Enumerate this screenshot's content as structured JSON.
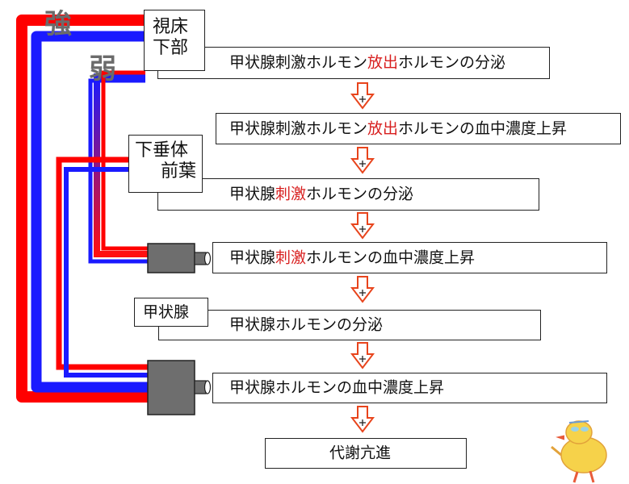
{
  "labels": {
    "strong": "強",
    "weak": "弱"
  },
  "organs": {
    "hypothalamus": [
      "視床",
      "下部"
    ],
    "pituitary": [
      "下垂体",
      "前葉"
    ],
    "thyroid": "甲状腺"
  },
  "steps": [
    {
      "pre": "甲状腺刺激ホルモン",
      "hl": "放出",
      "post": "ホルモンの分泌"
    },
    {
      "pre": "甲状腺刺激ホルモン",
      "hl": "放出",
      "post": "ホルモンの血中濃度上昇"
    },
    {
      "pre": "甲状腺",
      "hl": "刺激",
      "post": "ホルモンの分泌"
    },
    {
      "pre": "甲状腺",
      "hl": "刺激",
      "post": "ホルモンの血中濃度上昇"
    },
    {
      "pre": "甲状腺ホルモンの分泌",
      "hl": "",
      "post": ""
    },
    {
      "pre": "甲状腺ホルモンの血中濃度上昇",
      "hl": "",
      "post": ""
    }
  ],
  "result": "代謝亢進",
  "colors": {
    "accent_red": "#d81f1f",
    "pipe_red": "#ff0000",
    "pipe_blue": "#1a1aff",
    "arrow_stroke": "#e8441c"
  }
}
